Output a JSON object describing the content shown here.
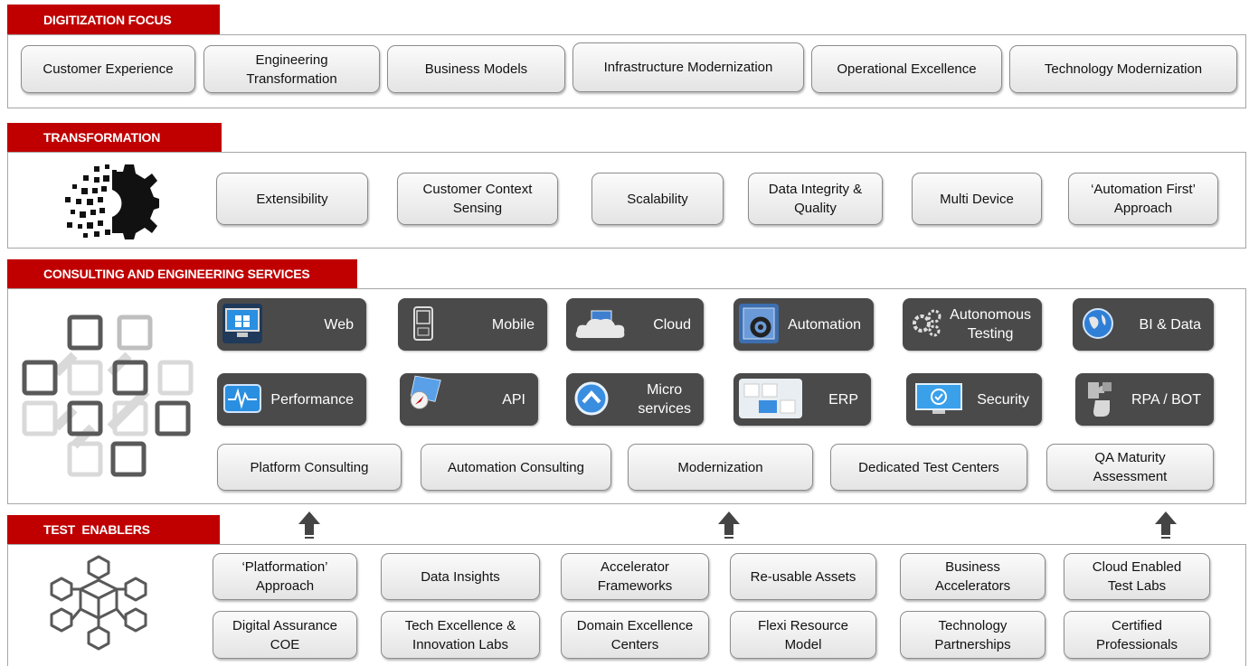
{
  "sections": {
    "digitization": {
      "title": "DIGITIZATION FOCUS",
      "items": [
        "Customer Experience",
        "Engineering\nTransformation",
        "Business Models",
        "Infrastructure Modernization",
        "Operational Excellence",
        "Technology Modernization"
      ]
    },
    "transformation": {
      "title": "TRANSFORMATION",
      "icon": "pixel-gear-icon",
      "items": [
        "Extensibility",
        "Customer Context\nSensing",
        "Scalability",
        "Data Integrity &\nQuality",
        "Multi Device",
        "‘Automation First’\nApproach"
      ]
    },
    "consulting": {
      "title": "CONSULTING AND ENGINEERING SERVICES",
      "icon": "connected-squares-icon",
      "services_row1": [
        "Web",
        "Mobile",
        "Cloud",
        "Automation",
        "Autonomous\nTesting",
        "BI & Data"
      ],
      "services_row2": [
        "Performance",
        "API",
        "Micro\nservices",
        "ERP",
        "Security",
        "RPA / BOT"
      ],
      "consulting_items": [
        "Platform Consulting",
        "Automation Consulting",
        "Modernization",
        "Dedicated Test Centers",
        "QA Maturity\nAssessment"
      ]
    },
    "enablers": {
      "title": "TEST  ENABLERS",
      "icon": "cube-network-icon",
      "row1": [
        "‘Platformation’\nApproach",
        "Data Insights",
        "Accelerator\nFrameworks",
        "Re-usable Assets",
        "Business\nAccelerators",
        "Cloud Enabled\nTest Labs"
      ],
      "row2": [
        "Digital Assurance\nCOE",
        "Tech Excellence &\nInnovation Labs",
        "Domain Excellence\nCenters",
        "Flexi Resource\nModel",
        "Technology\nPartnerships",
        "Certified\nProfessionals"
      ]
    }
  },
  "colors": {
    "accent": "#c00000",
    "dark_tile": "#4a4a4a"
  }
}
